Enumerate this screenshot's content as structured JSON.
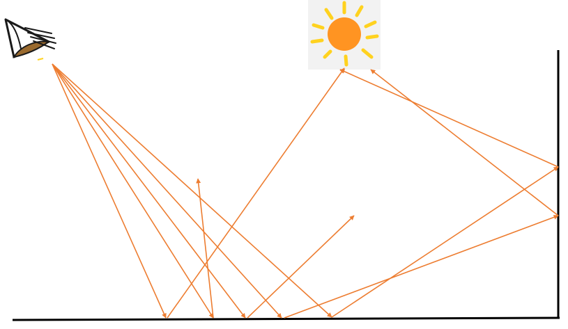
{
  "colors": {
    "ray": "#ED7D31",
    "surface": "#000000",
    "sun_core": "#FF9422",
    "sun_ray": "#FFD21F",
    "sun_background": "#F2F2F2",
    "eye_outline": "#1A1A1A",
    "eye_iris": "#9A6A2E"
  },
  "icons": {
    "observer": "eye-icon",
    "light_source": "sun-icon"
  },
  "rays": {
    "from_eye_count": 5,
    "to_sun_count": 3,
    "diffuse_count": 2,
    "wall_bounce_count": 2
  }
}
